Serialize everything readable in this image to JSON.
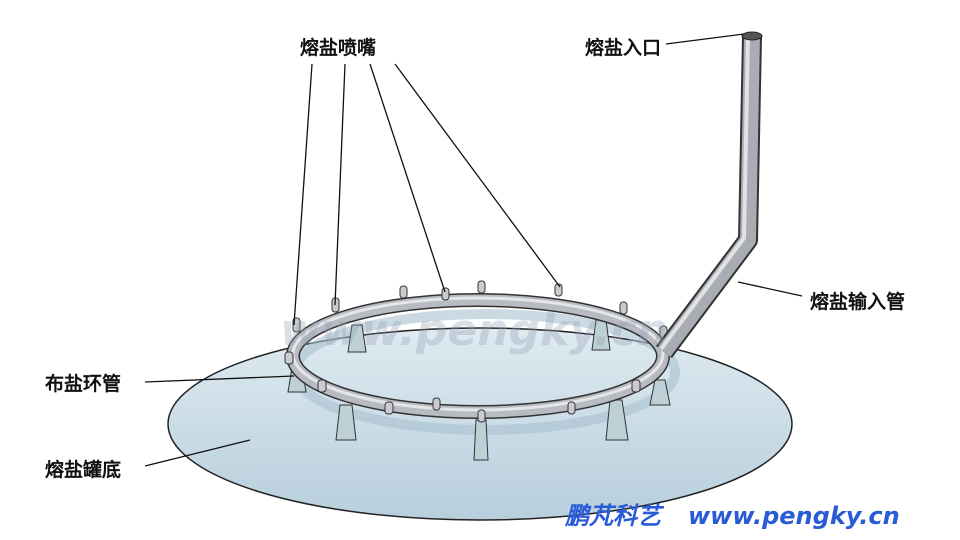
{
  "labels": {
    "nozzle": "熔盐喷嘴",
    "inlet": "熔盐入口",
    "input_pipe": "熔盐输入管",
    "ring_pipe": "布盐环管",
    "tank_bottom": "熔盐罐底"
  },
  "watermark": {
    "center": "www.pengky.cn",
    "brand": "鹏芃科艺",
    "url": "www.pengky.cn"
  },
  "colors": {
    "base": "#c9dde8",
    "pipe": "#a9acb2",
    "watermark": "#2a5bd7"
  }
}
